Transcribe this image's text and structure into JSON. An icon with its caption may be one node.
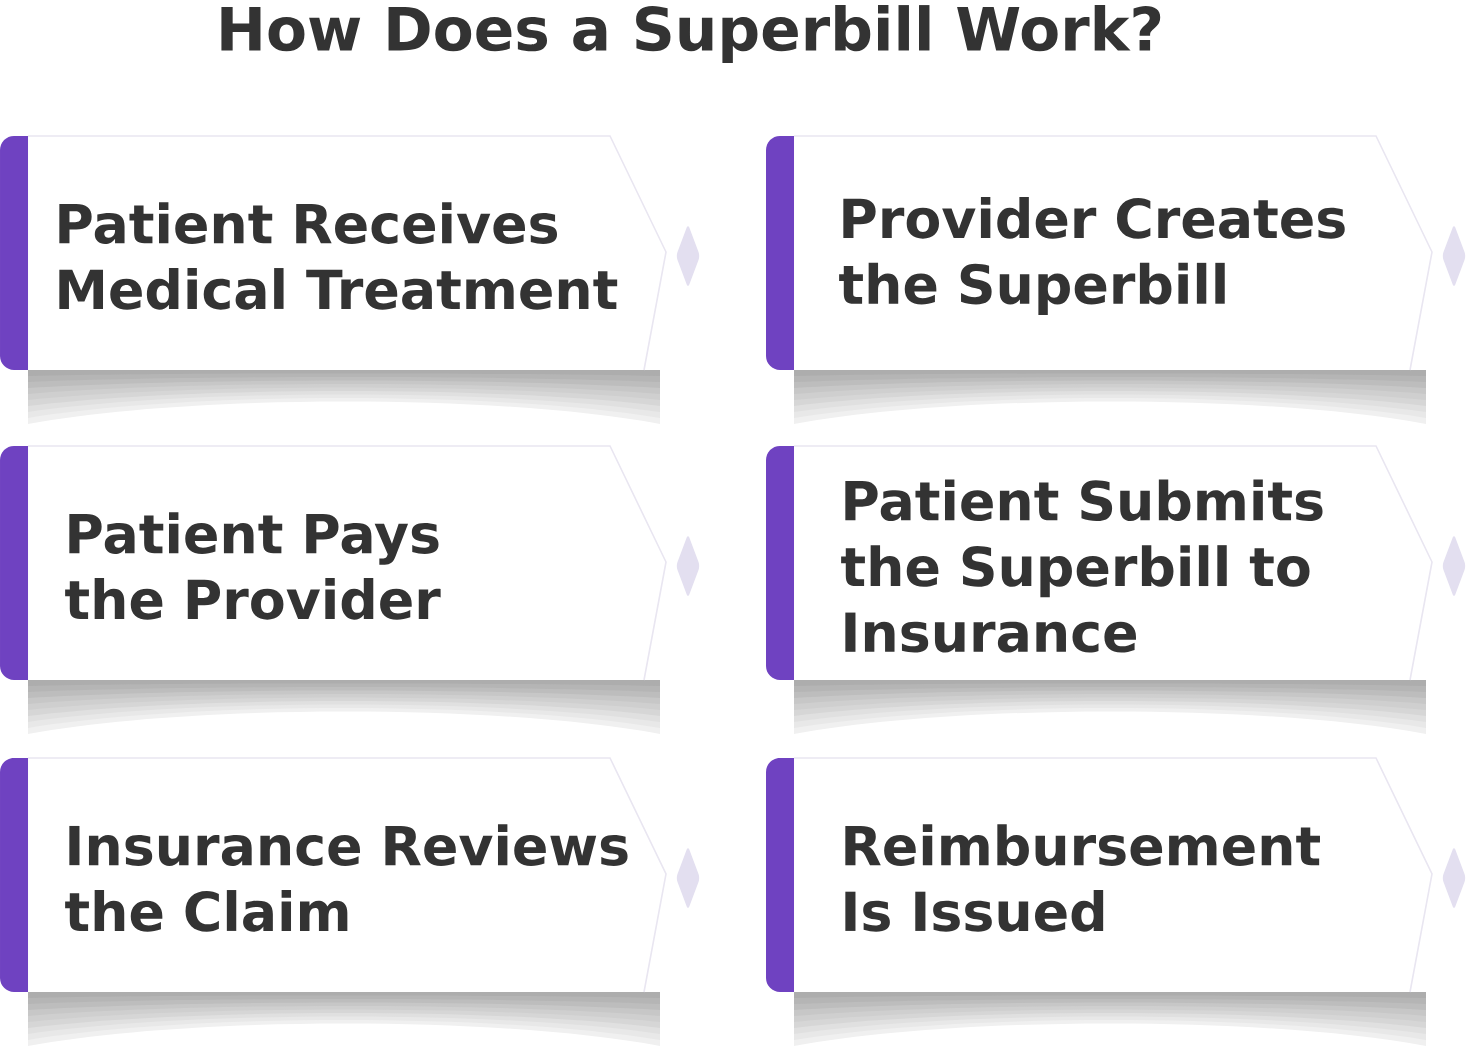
{
  "diagram": {
    "title": "How Does a Superbill Work?",
    "nodes": [
      {
        "text": [
          "Patient Receives Medical Treatment"
        ]
      },
      {
        "text": [
          "Provider Creates the Superbill"
        ]
      },
      {
        "text": [
          "Patient Pays the Provider"
        ]
      },
      {
        "text": [
          "Patient Submits the Superbill to Insurance"
        ]
      },
      {
        "text": [
          "Insurance Reviews the Claim"
        ]
      },
      {
        "text": [
          "Reimbursement Is Issued"
        ]
      }
    ]
  }
}
